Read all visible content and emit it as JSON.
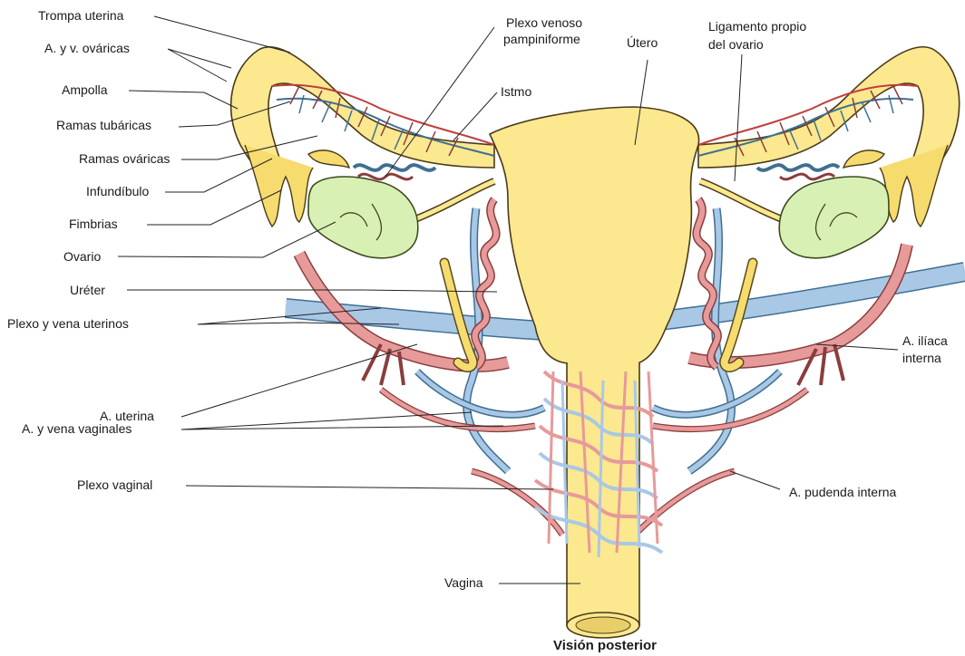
{
  "labels": {
    "trompa_uterina": "Trompa uterina",
    "arterias_venas_ovaricas": "A. y v. ováricas",
    "ampolla": "Ampolla",
    "ramas_tubaricas": "Ramas tubáricas",
    "ramas_ovaricas": "Ramas ováricas",
    "infundibulo": "Infundíbulo",
    "fimbrias": "Fimbrias",
    "ovario": "Ovario",
    "ureter": "Uréter",
    "plexo_vena_uterinos": "Plexo y vena uterinos",
    "arteria_uterina": "A. uterina",
    "arteria_vena_vaginales": "A. y vena vaginales",
    "plexo_vaginal": "Plexo vaginal",
    "vagina": "Vagina",
    "plexo_venoso_1": "Plexo venoso",
    "plexo_venoso_2": "pampiniforme",
    "utero": "Útero",
    "istmo": "Istmo",
    "ligamento_1": "Ligamento propio",
    "ligamento_2": "del ovario",
    "iliaca_1": "A. ilíaca",
    "iliaca_2": "interna",
    "pudenda": "A. pudenda interna"
  },
  "caption": "Visión posterior",
  "colors": {
    "uterus": "#fbe88f",
    "ovary": "#d9f0b5",
    "artery": "#e79a9a",
    "vein": "#a9c8e6",
    "leader": "#222222"
  }
}
